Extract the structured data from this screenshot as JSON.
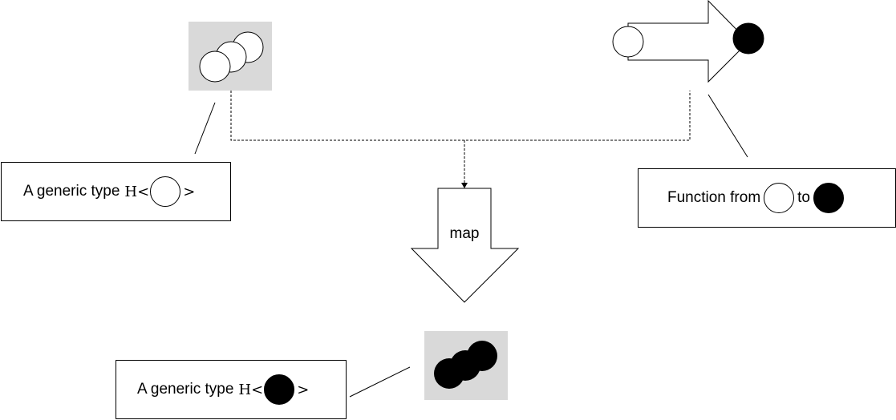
{
  "generic_white": {
    "prefix": "A generic type",
    "type_symbol": "H<",
    "close": ">"
  },
  "generic_black": {
    "prefix": "A generic type",
    "type_symbol": "H<",
    "close": ">"
  },
  "function_label": {
    "prefix": "Function from",
    "middle": "to"
  },
  "map_label": "map",
  "colors": {
    "panel_gray": "#d9d9d9",
    "stroke": "#000000",
    "fill_white": "#ffffff",
    "fill_black": "#000000"
  }
}
